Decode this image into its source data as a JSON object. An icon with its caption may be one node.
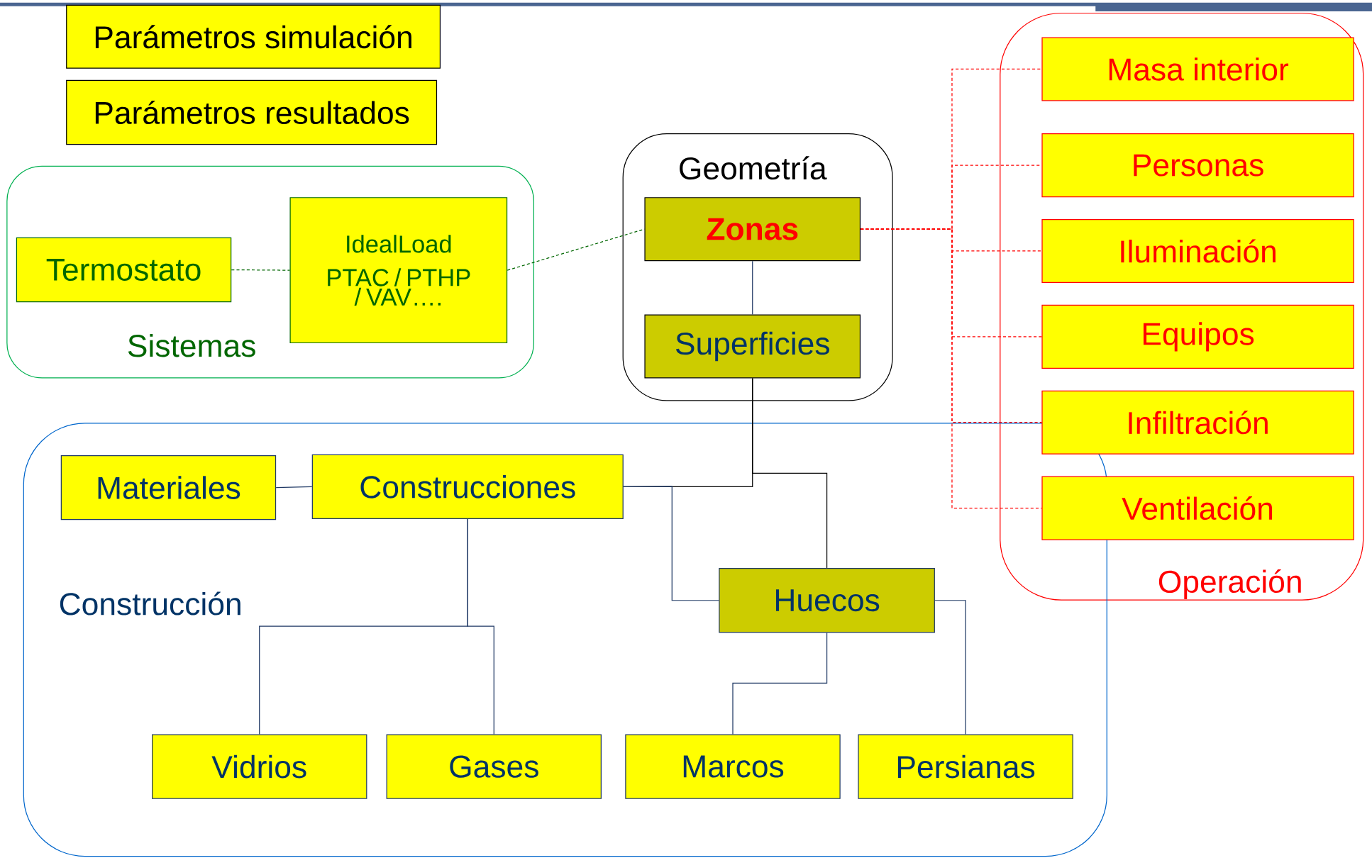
{
  "diagram": {
    "nodes": [
      {
        "text": [
          "Parámetros simulación"
        ]
      },
      {
        "text": [
          "Parámetros resultados"
        ]
      },
      {
        "text": [
          "Sistemas"
        ]
      },
      {
        "text": [
          "Termostato"
        ],
        "in": 2
      },
      {
        "text": [
          "IdealLoad",
          "PTAC / PTHP / VAV…."
        ],
        "in": 2
      },
      {
        "text": [
          "Geometría"
        ]
      },
      {
        "text": [
          "Zonas"
        ],
        "in": 5
      },
      {
        "text": [
          "Superficies"
        ],
        "in": 5
      },
      {
        "text": [
          "Operación"
        ]
      },
      {
        "text": [
          "Masa interior"
        ],
        "in": 8
      },
      {
        "text": [
          "Personas"
        ],
        "in": 8
      },
      {
        "text": [
          "Iluminación"
        ],
        "in": 8
      },
      {
        "text": [
          "Equipos"
        ],
        "in": 8
      },
      {
        "text": [
          "Infiltración"
        ],
        "in": 8
      },
      {
        "text": [
          "Ventilación"
        ],
        "in": 8
      },
      {
        "text": [
          "Construcción"
        ]
      },
      {
        "text": [
          "Materiales"
        ],
        "in": 15
      },
      {
        "text": [
          "Construcciones"
        ],
        "in": 15
      },
      {
        "text": [
          "Huecos"
        ],
        "in": 15
      },
      {
        "text": [
          "Vidrios"
        ],
        "in": 15
      },
      {
        "text": [
          "Gases"
        ],
        "in": 15
      },
      {
        "text": [
          "Marcos"
        ],
        "in": 15
      },
      {
        "text": [
          "Persianas"
        ],
        "in": 15
      }
    ],
    "edges": [
      {
        "from": 3,
        "to": 4,
        "arrow": "none",
        "style": "dashed",
        "color": "#006600"
      },
      {
        "from": 4,
        "to": 6,
        "arrow": "none",
        "style": "dashed",
        "color": "#006600"
      },
      {
        "from": 6,
        "to": 7,
        "arrow": "none"
      },
      {
        "from": 6,
        "to": 9,
        "arrow": "none",
        "style": "dashed",
        "color": "#ff0000"
      },
      {
        "from": 6,
        "to": 10,
        "arrow": "none",
        "style": "dashed",
        "color": "#ff0000"
      },
      {
        "from": 6,
        "to": 11,
        "arrow": "none",
        "style": "dashed",
        "color": "#ff0000"
      },
      {
        "from": 6,
        "to": 12,
        "arrow": "none",
        "style": "dashed",
        "color": "#ff0000"
      },
      {
        "from": 6,
        "to": 13,
        "arrow": "none",
        "style": "dashed",
        "color": "#ff0000"
      },
      {
        "from": 6,
        "to": 14,
        "arrow": "none",
        "style": "dashed",
        "color": "#ff0000"
      },
      {
        "from": 7,
        "to": 17,
        "arrow": "none",
        "color": "#000000"
      },
      {
        "from": 7,
        "to": 18,
        "arrow": "none",
        "color": "#000000"
      },
      {
        "from": 17,
        "to": 18,
        "arrow": "none"
      },
      {
        "from": 16,
        "to": 17,
        "arrow": "none"
      },
      {
        "from": 17,
        "to": 19,
        "arrow": "none"
      },
      {
        "from": 17,
        "to": 20,
        "arrow": "none"
      },
      {
        "from": 18,
        "to": 21,
        "arrow": "none"
      },
      {
        "from": 18,
        "to": 22,
        "arrow": "none"
      }
    ]
  }
}
